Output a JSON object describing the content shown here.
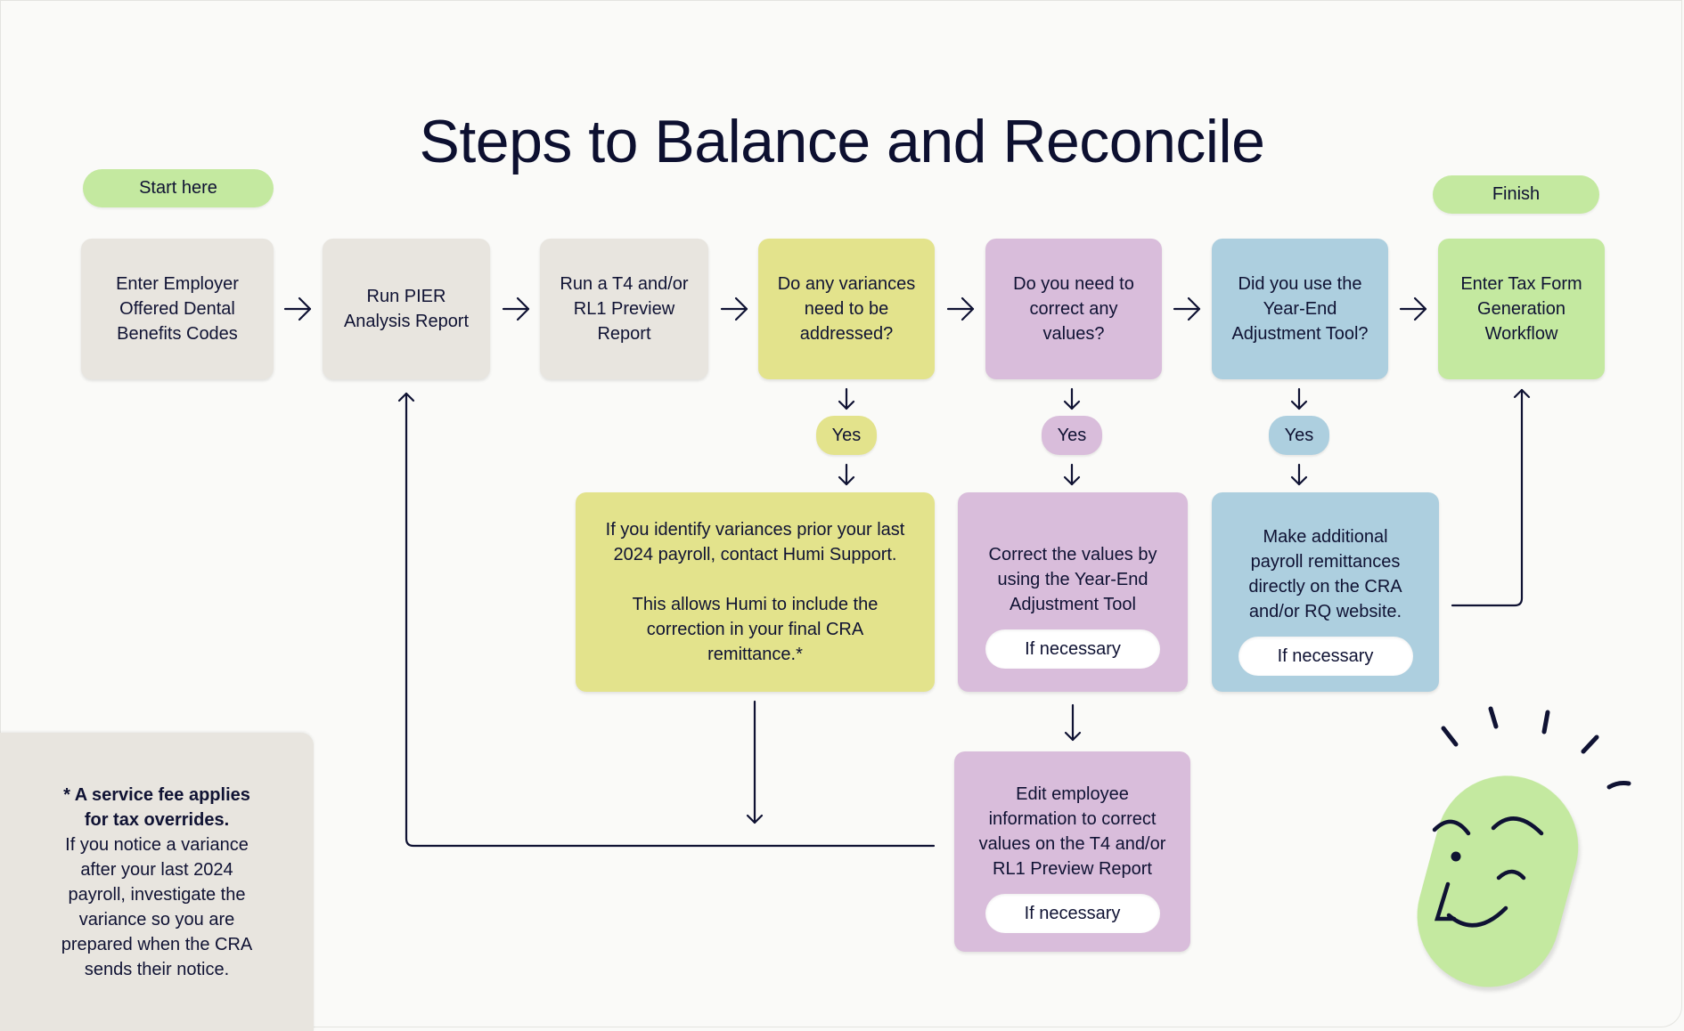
{
  "title": "Steps to Balance and Reconcile",
  "start_label": "Start here",
  "finish_label": "Finish",
  "steps": [
    {
      "label": "Enter Employer Offered Dental Benefits Codes",
      "lines": [
        "Enter Employer",
        "Offered Dental",
        "Benefits Codes"
      ],
      "color": "#e8e5df"
    },
    {
      "label": "Run PIER Analysis Report",
      "lines": [
        "Run PIER",
        "Analysis Report"
      ],
      "color": "#e8e5df"
    },
    {
      "label": "Run a T4 and/or RL1 Preview Report",
      "lines": [
        "Run a T4 and/or",
        "RL1 Preview",
        "Report"
      ],
      "color": "#e8e5df"
    },
    {
      "label": "Do any variances need to be addressed?",
      "lines": [
        "Do any variances",
        "need to be",
        "addressed?"
      ],
      "color": "#e3e38c"
    },
    {
      "label": "Do you need to correct any values?",
      "lines": [
        "Do you need to",
        "correct any",
        "values?"
      ],
      "color": "#d9bddb"
    },
    {
      "label": "Did you use the Year-End Adjustment Tool?",
      "lines": [
        "Did you use the",
        "Year-End",
        "Adjustment Tool?"
      ],
      "color": "#adcfdf"
    },
    {
      "label": "Enter Tax Form Generation Workflow",
      "lines": [
        "Enter Tax Form",
        "Generation",
        "Workflow"
      ],
      "color": "#c4e9a0"
    }
  ],
  "yes_label": "Yes",
  "details": {
    "variances": {
      "paragraph1": [
        "If you identify variances prior your last",
        "2024 payroll, contact Humi Support."
      ],
      "paragraph2": [
        "This allows Humi to include the",
        "correction in your final CRA",
        "remittance.*"
      ]
    },
    "correct_values": {
      "lines": [
        "Correct the values by",
        "using the Year-End",
        "Adjustment Tool"
      ],
      "tag": "If necessary"
    },
    "remittances": {
      "lines": [
        "Make additional",
        "payroll remittances",
        "directly on the CRA",
        "and/or RQ website."
      ],
      "tag": "If necessary"
    },
    "edit_employee": {
      "lines": [
        "Edit employee",
        "information to correct",
        "values on the T4 and/or",
        "RL1 Preview Report"
      ],
      "tag": "If necessary"
    }
  },
  "note": {
    "bold_lines": [
      "* A service fee applies",
      "for tax overrides."
    ],
    "lines": [
      "If you notice a variance",
      "after your last 2024",
      "payroll, investigate the",
      "variance so you are",
      "prepared when the CRA",
      "sends their notice."
    ]
  },
  "mascot": "winking-face-mascot",
  "colors": {
    "ink": "#0f1233",
    "gray": "#e8e5df",
    "yellow": "#e3e38c",
    "purple": "#d9bddb",
    "blue": "#adcfdf",
    "green": "#c4e9a0"
  }
}
